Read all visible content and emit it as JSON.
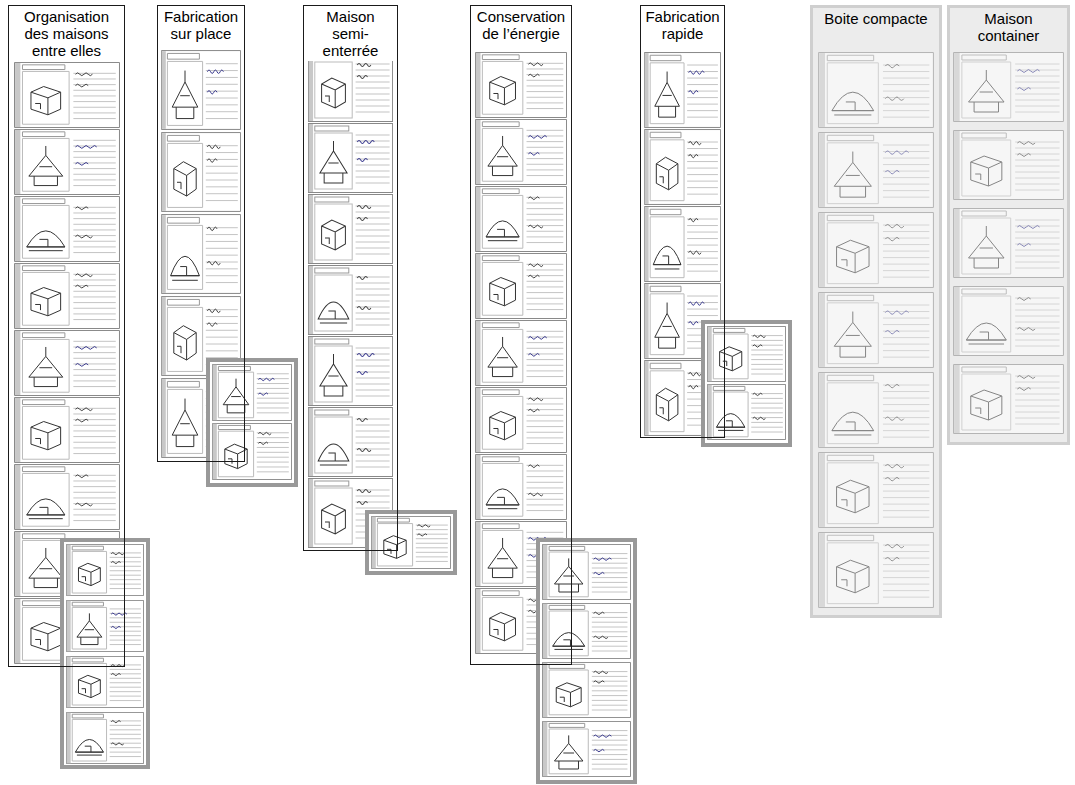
{
  "diagram": {
    "nodes": [
      {
        "text": [
          "Organisation des maisons entre elles"
        ]
      },
      {
        "text": [
          "Fabrication sur place"
        ]
      },
      {
        "text": [
          "Maison semi-enterrée"
        ]
      },
      {
        "text": [
          "Conservation de l’énergie"
        ]
      },
      {
        "text": [
          "Fabrication rapide"
        ]
      },
      {
        "text": [
          "Boite compacte"
        ]
      },
      {
        "text": [
          "Maison container"
        ]
      }
    ]
  }
}
